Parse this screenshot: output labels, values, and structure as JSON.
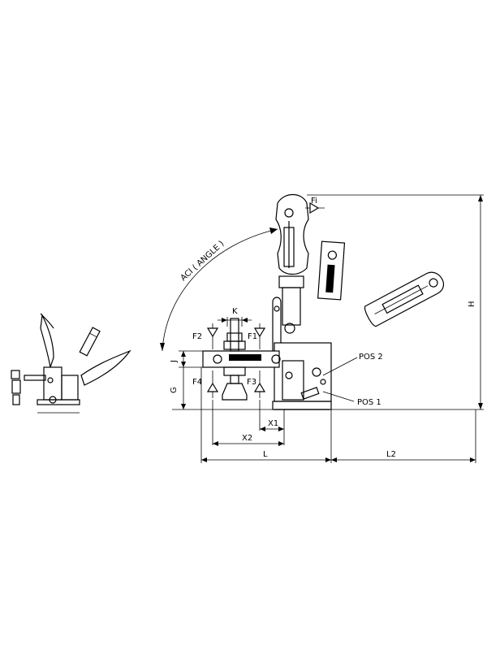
{
  "labels": {
    "angle": "ACI ( ANGLE )",
    "k": "K",
    "f1": "F1",
    "f2": "F2",
    "f3": "F3",
    "f4": "F4",
    "fi": "Fi",
    "j": "J",
    "g": "G",
    "h": "H",
    "x1": "X1",
    "x2": "X2",
    "l": "L",
    "l2": "L2",
    "pos1": "POS 1",
    "pos2": "POS 2"
  },
  "colors": {
    "ink": "#000000",
    "background": "#ffffff"
  }
}
